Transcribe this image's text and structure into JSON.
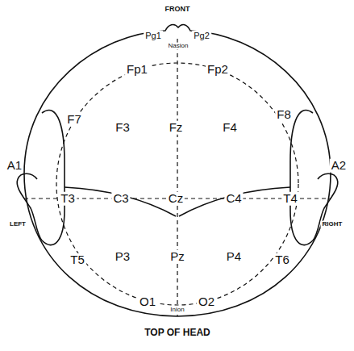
{
  "diagram": {
    "caption": "TOP OF HEAD",
    "labels": [
      "FRONT",
      "Pg1",
      "Pg2",
      "Nasion",
      "Fp1",
      "Fp2",
      "F7",
      "F3",
      "Fz",
      "F4",
      "F8",
      "A1",
      "T3",
      "C3",
      "Cz",
      "C4",
      "T4",
      "A2",
      "LEFT",
      "RIGHT",
      "T5",
      "P3",
      "Pz",
      "P4",
      "T6",
      "O1",
      "O2",
      "Inion"
    ]
  }
}
